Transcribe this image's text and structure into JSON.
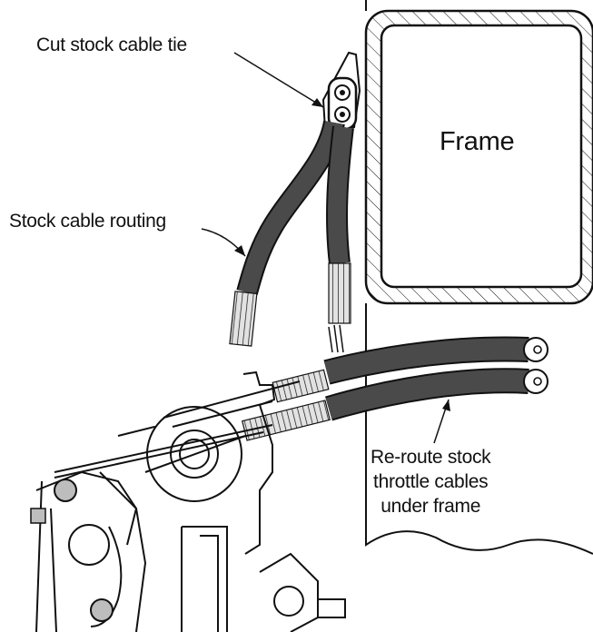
{
  "labels": {
    "cut_tie": "Cut stock cable tie",
    "stock_routing": "Stock cable routing",
    "frame": "Frame",
    "reroute": [
      "Re-route stock",
      "throttle cables",
      "under frame"
    ]
  },
  "colors": {
    "ink": "#111111",
    "cable": "#4a4a4a",
    "spring": "#cfcfcf",
    "paper": "#ffffff"
  }
}
